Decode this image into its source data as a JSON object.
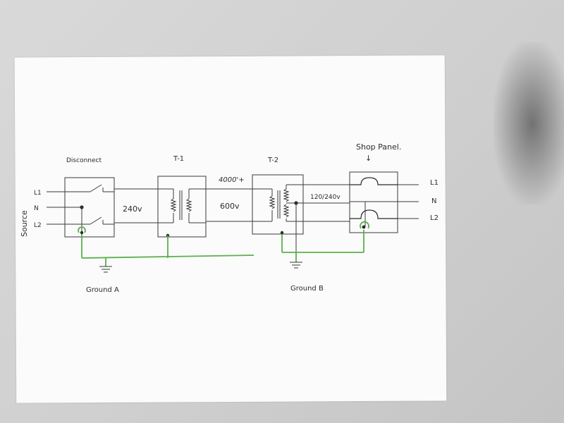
{
  "labels": {
    "disconnect": "Disconnect",
    "t1": "T-1",
    "t2": "T-2",
    "shop_panel": "Shop Panel.",
    "shop_arrow": "↓",
    "source": "Source",
    "src_l1": "L1",
    "src_n": "N",
    "src_l2": "L2",
    "v240": "240v",
    "distance": "4000'+",
    "v600": "600v",
    "v120_240": "120/240v",
    "out_l1": "L1",
    "out_n": "N",
    "out_l2": "L2",
    "ground_a": "Ground A",
    "ground_b": "Ground B"
  },
  "colors": {
    "ink": "#3a3a3a",
    "ground_wire": "#5cae4e",
    "paper": "#fbfbfb"
  }
}
